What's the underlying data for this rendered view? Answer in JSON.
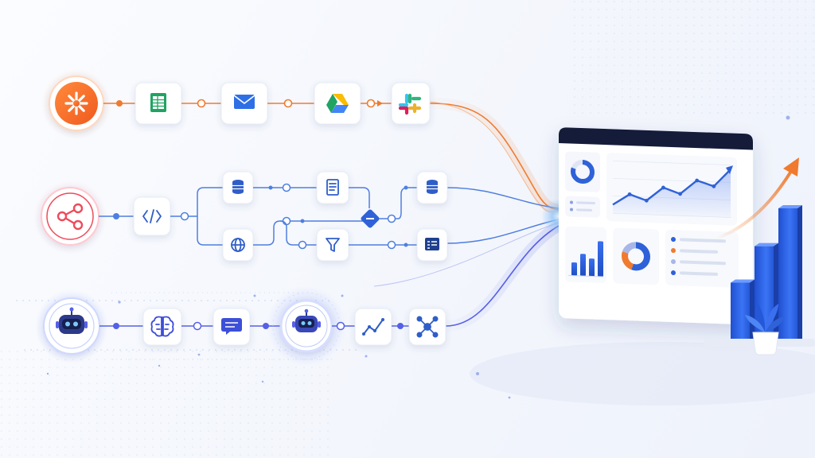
{
  "colors": {
    "orange": "#f07a2e",
    "red": "#ee4b5c",
    "blue": "#4f7fe0",
    "indigo": "#5560e8",
    "navy": "#141c3a",
    "chart_blue": "#2f62d8"
  },
  "flows": [
    {
      "name": "zapier-row",
      "trigger_icon": "zapier-asterisk-icon",
      "steps": [
        "google-sheets-icon",
        "mail-icon",
        "google-drive-icon",
        "slack-icon"
      ]
    },
    {
      "name": "webhook-row",
      "trigger_icon": "share-nodes-icon",
      "steps": [
        "code-icon",
        "database-icon",
        "document-icon",
        "globe-icon",
        "filter-icon",
        "decision-diamond-icon",
        "database-icon",
        "list-card-icon"
      ]
    },
    {
      "name": "ai-row",
      "trigger_icon": "robot-icon",
      "steps": [
        "brain-icon",
        "chat-icon",
        "robot-icon",
        "trend-line-icon",
        "network-icon"
      ]
    }
  ],
  "dashboard": {
    "line_chart_values": [
      2,
      4.5,
      3.2,
      6.3,
      5,
      8.2,
      7,
      11
    ],
    "bar_chart_values": [
      3,
      5,
      4,
      8
    ],
    "donut_segments": [
      0.55,
      0.25,
      0.2
    ],
    "legend_colors": [
      "#2f62d8",
      "#f07a2e",
      "#a8b7e8",
      "#2f62d8"
    ]
  },
  "side_bars": [
    0.45,
    0.72,
    1.0
  ]
}
